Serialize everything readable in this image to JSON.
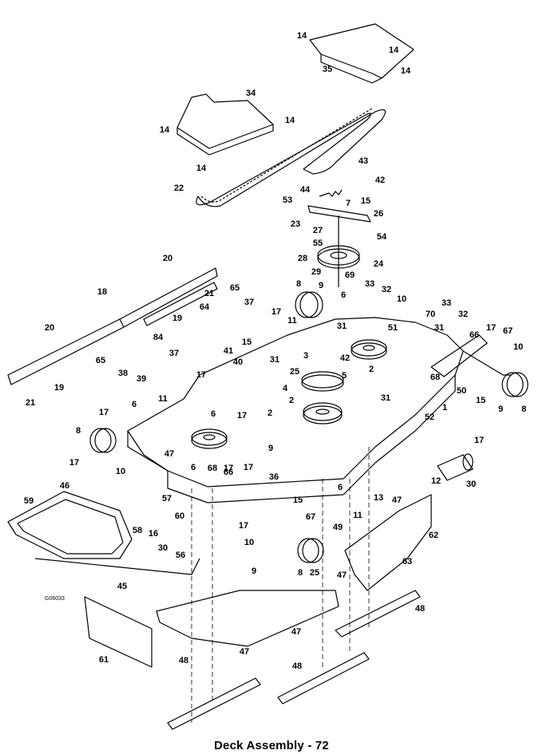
{
  "caption": "Deck Assembly - 72",
  "drawing_code": "G06033",
  "callouts": [
    "14",
    "14",
    "35",
    "14",
    "34",
    "14",
    "14",
    "14",
    "22",
    "43",
    "42",
    "44",
    "53",
    "7",
    "15",
    "26",
    "23",
    "27",
    "54",
    "55",
    "28",
    "24",
    "29",
    "69",
    "9",
    "33",
    "32",
    "10",
    "8",
    "6",
    "31",
    "11",
    "20",
    "21",
    "18",
    "19",
    "65",
    "37",
    "64",
    "17",
    "20",
    "15",
    "41",
    "40",
    "31",
    "42",
    "51",
    "70",
    "33",
    "31",
    "32",
    "66",
    "17",
    "67",
    "10",
    "84",
    "19",
    "21",
    "65",
    "38",
    "39",
    "37",
    "17",
    "11",
    "3",
    "25",
    "2",
    "5",
    "4",
    "2",
    "31",
    "68",
    "1",
    "50",
    "15",
    "9",
    "8",
    "6",
    "17",
    "2",
    "6",
    "17",
    "9",
    "8",
    "17",
    "47",
    "10",
    "17",
    "6",
    "68",
    "66",
    "17",
    "36",
    "52",
    "17",
    "12",
    "30",
    "46",
    "57",
    "59",
    "58",
    "16",
    "60",
    "30",
    "56",
    "45",
    "17",
    "15",
    "67",
    "49",
    "10",
    "9",
    "8",
    "25",
    "6",
    "13",
    "11",
    "47",
    "62",
    "47",
    "63",
    "61",
    "47",
    "47",
    "48",
    "48",
    "48"
  ]
}
